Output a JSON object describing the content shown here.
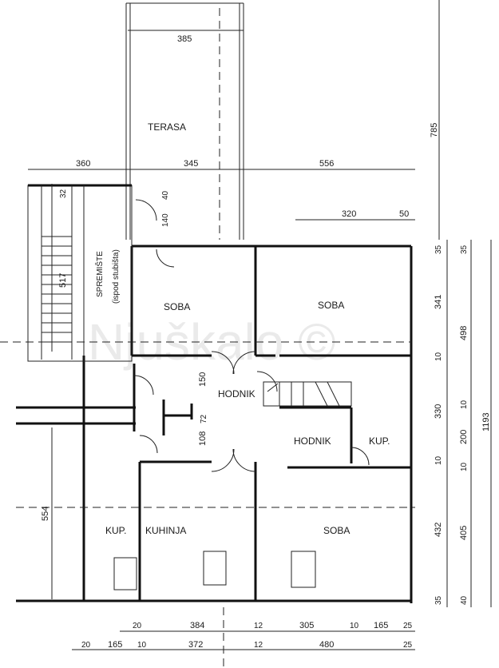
{
  "rooms": {
    "terasa": "TERASA",
    "spremiste_line1": "SPREMIŠTE",
    "spremiste_line2": "(ispod stubišta)",
    "soba_left": "SOBA",
    "soba_right": "SOBA",
    "hodnik_center": "HODNIK",
    "hodnik_right": "HODNIK",
    "kup_right": "KUP.",
    "kup_left": "KUP.",
    "kuhinja": "KUHINJA",
    "soba_bottom": "SOBA"
  },
  "watermark": "Njuškalo ©",
  "dimensions": {
    "terasa_width": "385",
    "terasa_height": "785",
    "top_left": "360",
    "top_mid": "345",
    "top_right": "556",
    "d320": "320",
    "d50": "50",
    "d32": "32",
    "d40": "40",
    "d140": "140",
    "d517": "517",
    "d150": "150",
    "d72": "72",
    "d108": "108",
    "d554": "554",
    "r35a": "35",
    "r35b": "35",
    "r341": "341",
    "r498": "498",
    "r10a": "10",
    "r330": "330",
    "r10b": "10",
    "r200": "200",
    "r10c": "10",
    "r10d": "10",
    "r432": "432",
    "r405": "405",
    "r35c": "35",
    "r40": "40",
    "r1193": "1193",
    "b1": [
      "20",
      "384",
      "12",
      "305",
      "10",
      "165",
      "25"
    ],
    "b2": [
      "20",
      "165",
      "10",
      "372",
      "12",
      "480",
      "25"
    ]
  }
}
